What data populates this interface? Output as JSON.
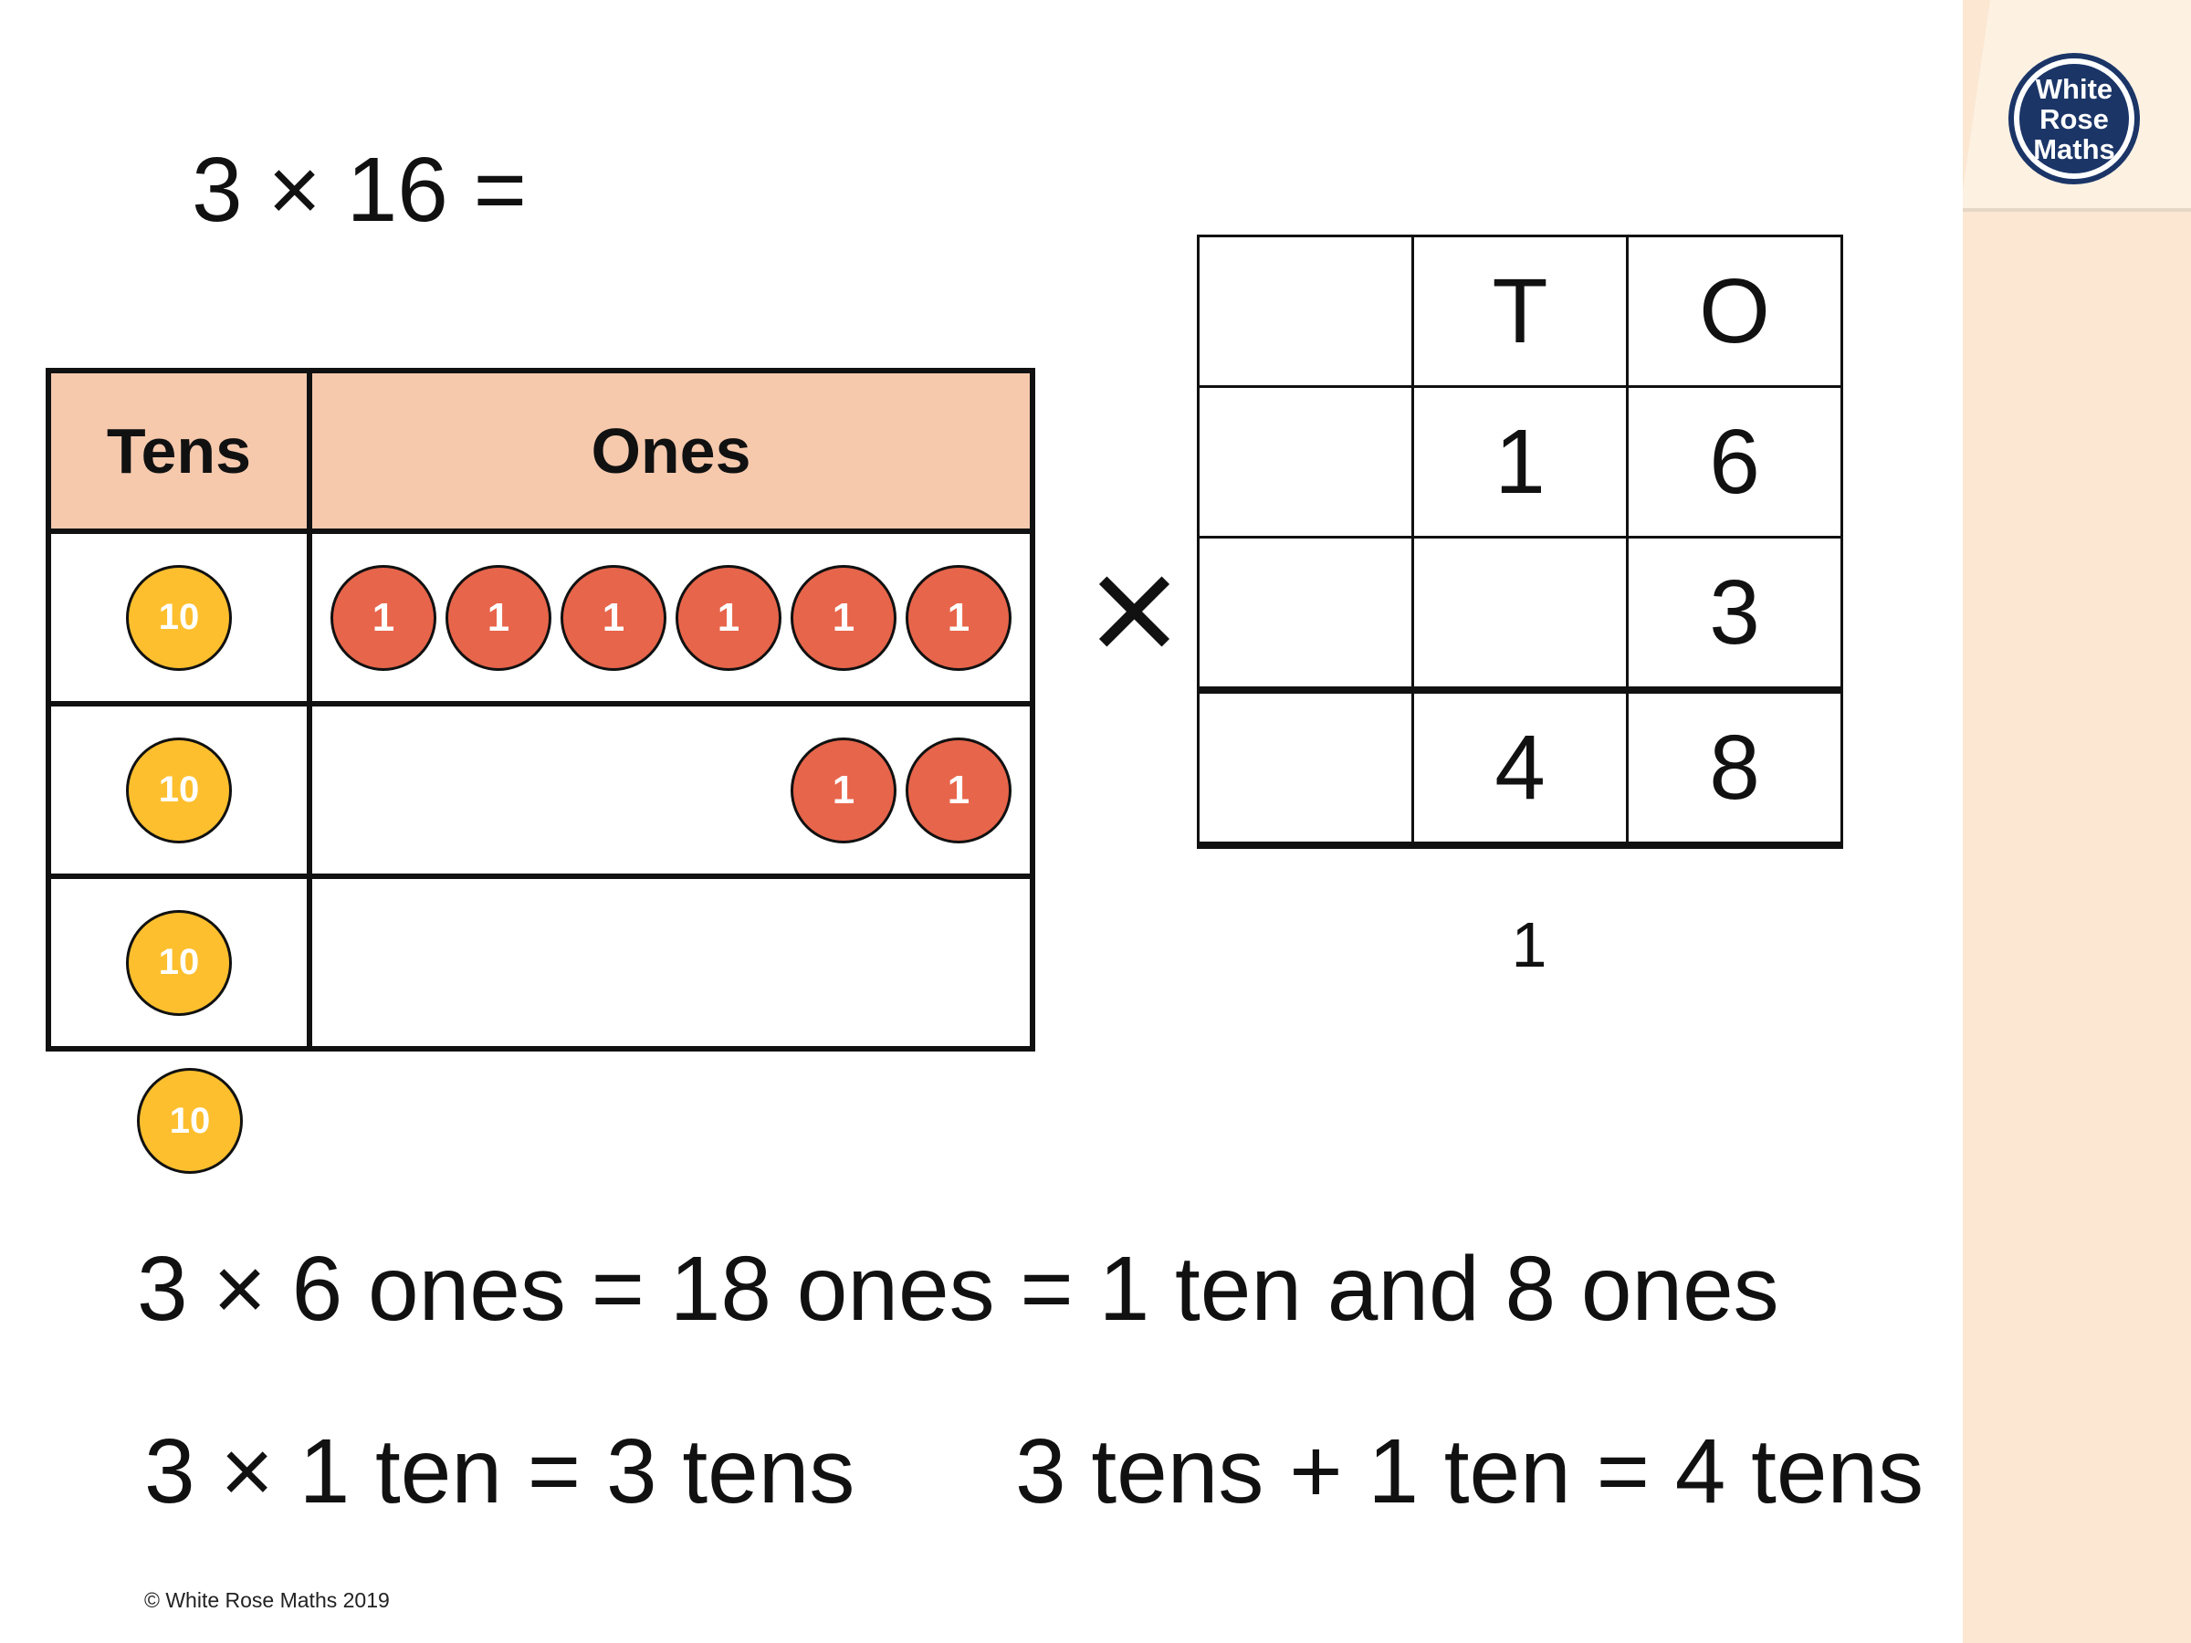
{
  "brand": {
    "logo_text": "White\nRose\nMaths",
    "colors": {
      "logo_navy": "#1b3567",
      "panel_peach": "#fbe7d2",
      "ten_counter": "#fdbf2e",
      "one_counter": "#e7654b",
      "header_fill": "#f6c9ad"
    }
  },
  "title": "3 × 16 =",
  "place_value_chart": {
    "headers": {
      "tens": "Tens",
      "ones": "Ones"
    },
    "ten_counter_label": "10",
    "one_counter_label": "1",
    "rows": [
      {
        "tens_counters": 1,
        "ones_counters": 6
      },
      {
        "tens_counters": 1,
        "ones_counters": 2
      },
      {
        "tens_counters": 1,
        "ones_counters": 0
      }
    ],
    "extra_ten_counters": 1
  },
  "operator": "×",
  "column_method": {
    "headers": [
      "",
      "T",
      "O"
    ],
    "rows": [
      [
        "",
        "1",
        "6"
      ],
      [
        "",
        "",
        "3"
      ]
    ],
    "answer": [
      "",
      "4",
      "8"
    ],
    "carry": "1"
  },
  "statements": {
    "line1": "3 × 6 ones = 18 ones = 1 ten and 8 ones",
    "line2_a": "3 × 1 ten = 3 tens",
    "line2_b": "3 tens + 1 ten = 4 tens"
  },
  "copyright": "© White Rose Maths 2019"
}
